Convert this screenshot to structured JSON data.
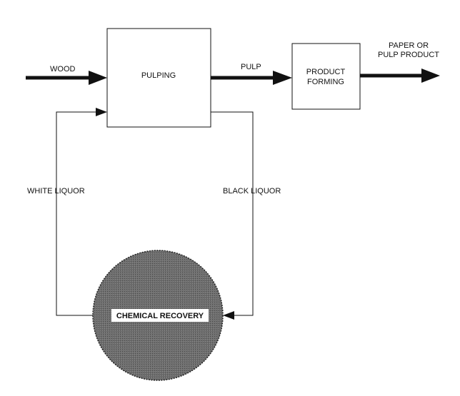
{
  "labels": {
    "wood": "WOOD",
    "pulping": "PULPING",
    "pulp": "PULP",
    "product_forming_1": "PRODUCT",
    "product_forming_2": "FORMING",
    "output_1": "PAPER OR",
    "output_2": "PULP PRODUCT",
    "white_liquor": "WHITE LIQUOR",
    "black_liquor": "BLACK LIQUOR",
    "chemical_recovery": "CHEMICAL RECOVERY"
  },
  "colors": {
    "ink": "#111111",
    "recovery_fill": "#6f6f6f",
    "recovery_label_bg": "#ffffff"
  }
}
